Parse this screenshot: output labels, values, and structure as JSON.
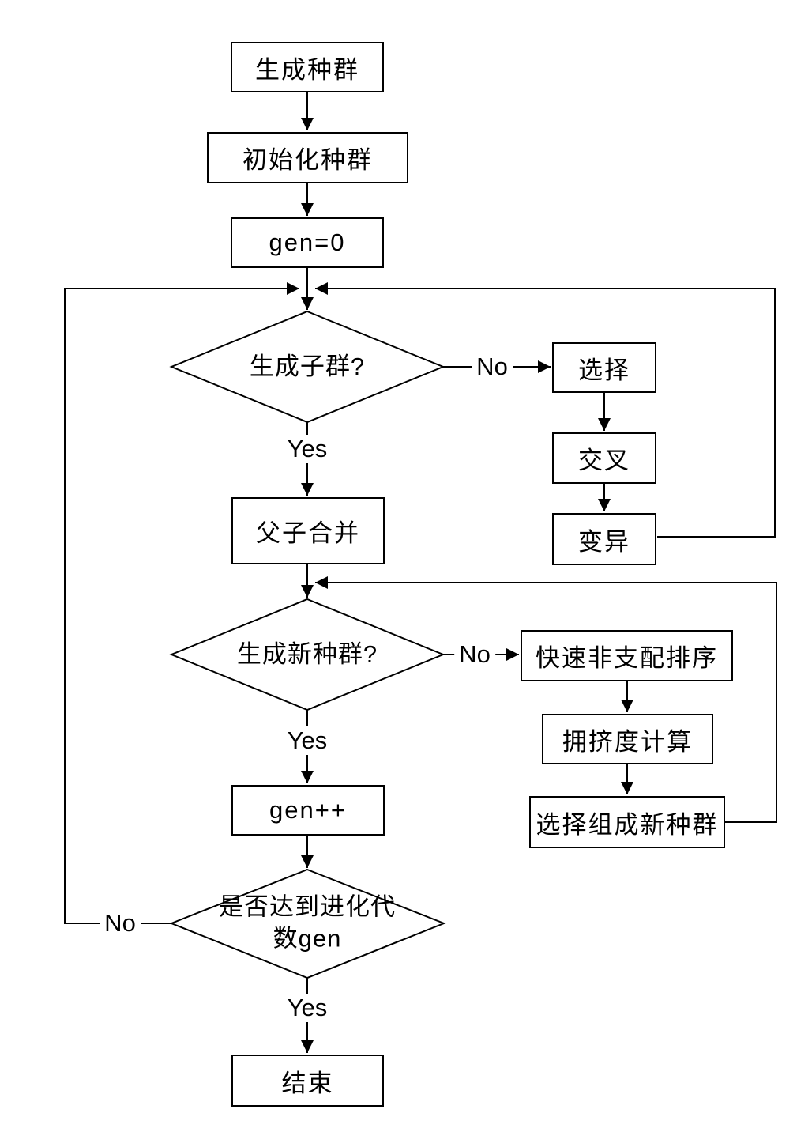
{
  "nodes": {
    "generate_population": "生成种群",
    "initialize_population": "初始化种群",
    "gen_zero": "gen=0",
    "decision_generate_offspring": "生成子群?",
    "selection": "选择",
    "crossover": "交叉",
    "mutation": "变异",
    "merge_parent_offspring": "父子合并",
    "decision_new_population": "生成新种群?",
    "fast_nondominated_sorting": "快速非支配排序",
    "crowding_distance_calc": "拥挤度计算",
    "select_form_new_population": "选择组成新种群",
    "gen_increment": "gen++",
    "decision_reached_generations": "是否达到进化代数gen",
    "end": "结束"
  },
  "edge_labels": {
    "offspring_yes": "Yes",
    "offspring_no": "No",
    "new_population_yes": "Yes",
    "new_population_no": "No",
    "generations_yes": "Yes",
    "generations_no": "No"
  },
  "colors": {
    "stroke": "#000000",
    "fill": "#ffffff",
    "text": "#000000"
  }
}
